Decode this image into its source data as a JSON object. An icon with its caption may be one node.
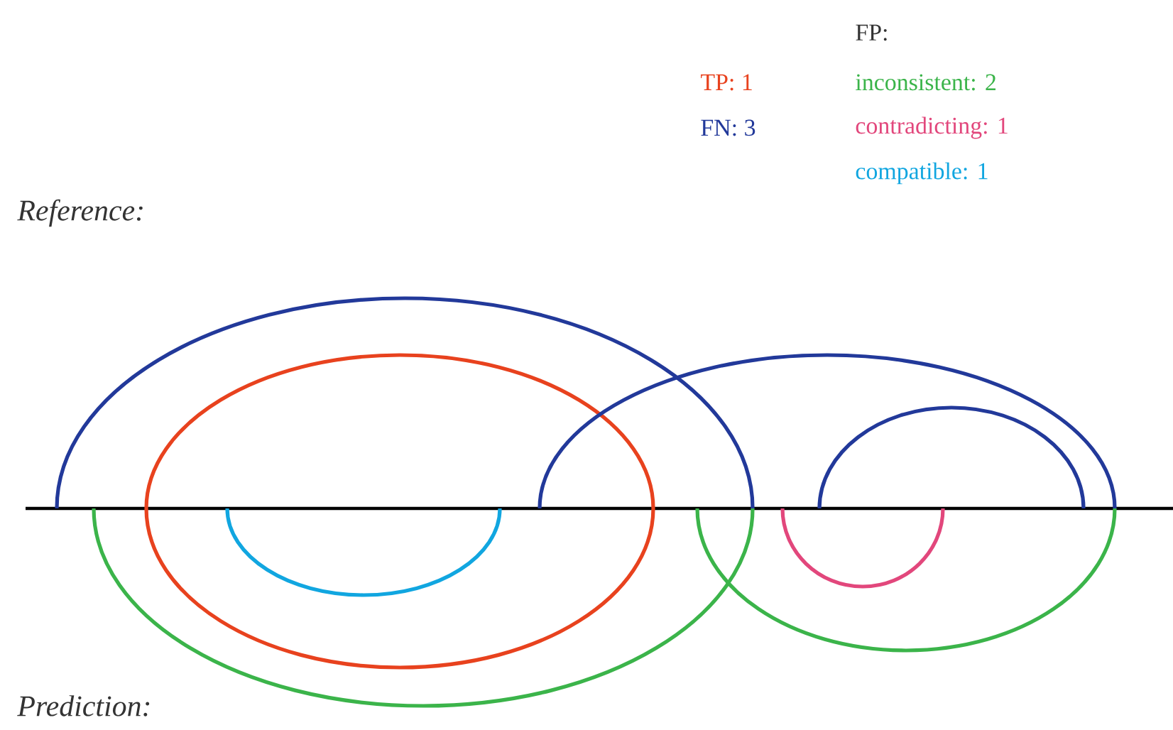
{
  "diagram": {
    "labels": [
      "FP:",
      "Reference:",
      "Prediction:"
    ],
    "legend": [
      {
        "text": "TP: 1",
        "color": "#e8421e"
      },
      {
        "text": "FN: 3",
        "color": "#22399a"
      },
      {
        "text": "inconsistent: 2",
        "color": "#3bb44a"
      },
      {
        "text": "contradicting: 1",
        "color": "#e2477c"
      },
      {
        "text": "compatible: 1",
        "color": "#11a6e0"
      }
    ]
  }
}
